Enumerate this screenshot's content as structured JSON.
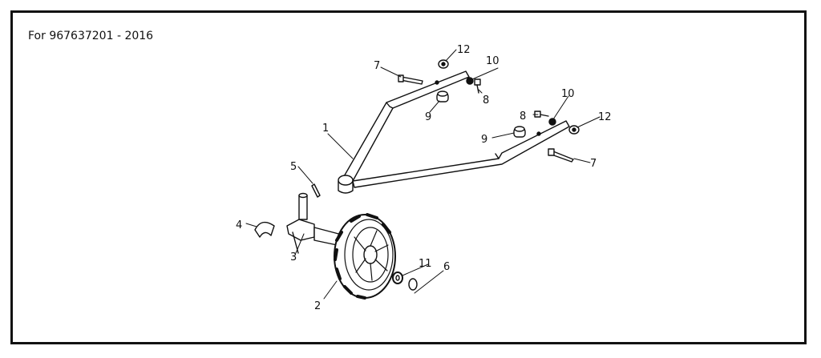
{
  "header": {
    "title": "For  967637201 - 2016"
  },
  "parts": {
    "p1": "1",
    "p2": "2",
    "p3": "3",
    "p4": "4",
    "p5": "5",
    "p6": "6",
    "p7a": "7",
    "p7b": "7",
    "p8a": "8",
    "p8b": "8",
    "p9a": "9",
    "p9b": "9",
    "p10a": "10",
    "p10b": "10",
    "p11": "11",
    "p12a": "12",
    "p12b": "12"
  }
}
